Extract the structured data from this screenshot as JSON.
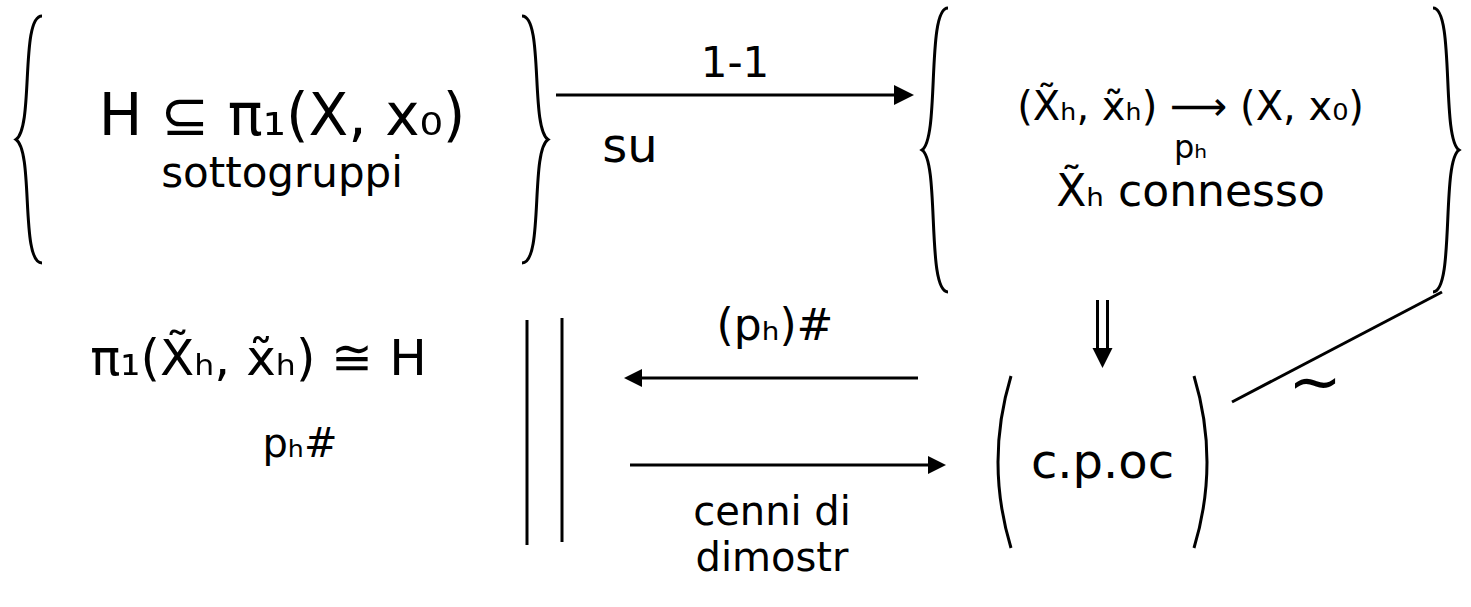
{
  "diagram": {
    "nodes": [
      {
        "text": [
          "H ⊆ π₁(X, x₀)",
          "sottogruppi"
        ]
      },
      {
        "text": [
          "(X̃ₕ, x̃ₕ) ⟶ (X, x₀)",
          "pₕ",
          "X̃ₕ connesso"
        ]
      },
      {
        "text": [
          "c.p.oc"
        ]
      }
    ],
    "edges": [
      {
        "from": 0,
        "to": 1,
        "label": "1-1",
        "arrow": "to"
      },
      {
        "from": 1,
        "to": 2,
        "arrow": "to"
      }
    ],
    "labels": [
      "su",
      "~",
      "π₁(X̃ₕ, x̃ₕ) ≅ H",
      "pₕ#",
      "(pₕ)#",
      "cenni di dimostr"
    ]
  }
}
